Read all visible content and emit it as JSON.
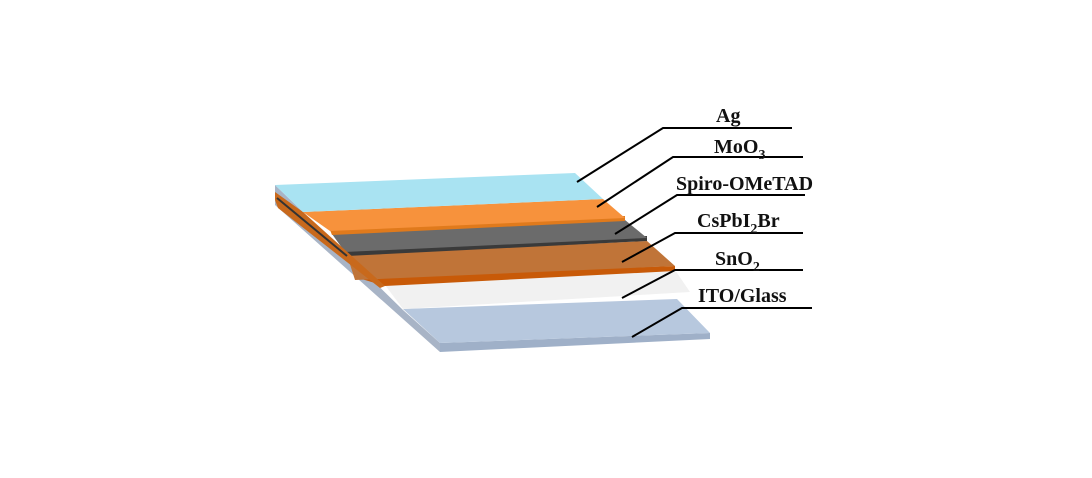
{
  "layers": [
    {
      "id": "ag",
      "parts": [
        "Ag"
      ],
      "color": "#a9e3f2"
    },
    {
      "id": "moo3",
      "parts": [
        "MoO",
        "3"
      ],
      "color": "#f7923c"
    },
    {
      "id": "spiro",
      "parts": [
        "Spiro-OMeTAD"
      ],
      "color": "#6b6b6b"
    },
    {
      "id": "cspbi2br",
      "parts": [
        "CsPbI",
        "2",
        "Br"
      ],
      "color": "#c07438"
    },
    {
      "id": "sno2",
      "parts": [
        "SnO",
        "2"
      ],
      "color": "#f1f1f1"
    },
    {
      "id": "ito",
      "parts": [
        "ITO/Glass"
      ],
      "color": "#b7c8de"
    }
  ]
}
